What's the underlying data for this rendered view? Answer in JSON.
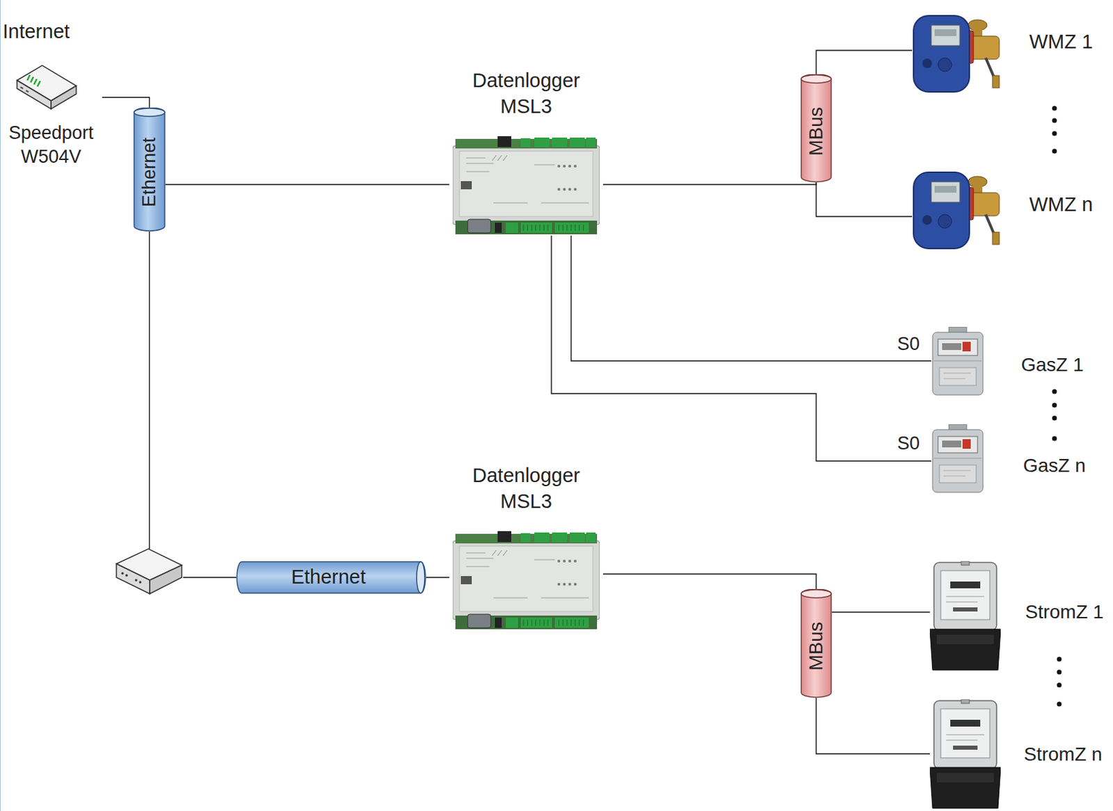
{
  "diagram": {
    "nodes": [
      {
        "text": [
          "Speedport W504V"
        ]
      },
      {
        "text": [
          "Ethernet"
        ]
      },
      {
        "text": [
          "Datenlogger MSL3"
        ]
      },
      {
        "text": [
          "MBus"
        ]
      },
      {
        "text": [
          "WMZ 1"
        ]
      },
      {
        "text": [
          "WMZ n"
        ]
      },
      {
        "text": [
          "GasZ 1"
        ]
      },
      {
        "text": [
          "GasZ n"
        ]
      },
      {
        "text": [
          "Datenlogger MSL3"
        ]
      },
      {
        "text": [
          "Ethernet"
        ]
      },
      {
        "text": [
          "MBus"
        ]
      },
      {
        "text": [
          "StromZ 1"
        ]
      },
      {
        "text": [
          "StromZ n"
        ]
      }
    ],
    "edges": [
      {
        "from": 0,
        "to": 1,
        "arrow": "none"
      },
      {
        "from": 1,
        "to": 2,
        "arrow": "none"
      },
      {
        "from": 1,
        "to": 9,
        "arrow": "none"
      },
      {
        "from": 9,
        "to": 8,
        "arrow": "none"
      },
      {
        "from": 2,
        "to": 3,
        "arrow": "none"
      },
      {
        "from": 3,
        "to": 4,
        "arrow": "none"
      },
      {
        "from": 3,
        "to": 5,
        "arrow": "none"
      },
      {
        "from": 2,
        "to": 6,
        "label": "S0",
        "arrow": "none"
      },
      {
        "from": 2,
        "to": 7,
        "label": "S0",
        "arrow": "none"
      },
      {
        "from": 8,
        "to": 10,
        "arrow": "none"
      },
      {
        "from": 10,
        "to": 11,
        "arrow": "none"
      },
      {
        "from": 10,
        "to": 12,
        "arrow": "none"
      }
    ],
    "labels": [
      "Internet"
    ]
  }
}
